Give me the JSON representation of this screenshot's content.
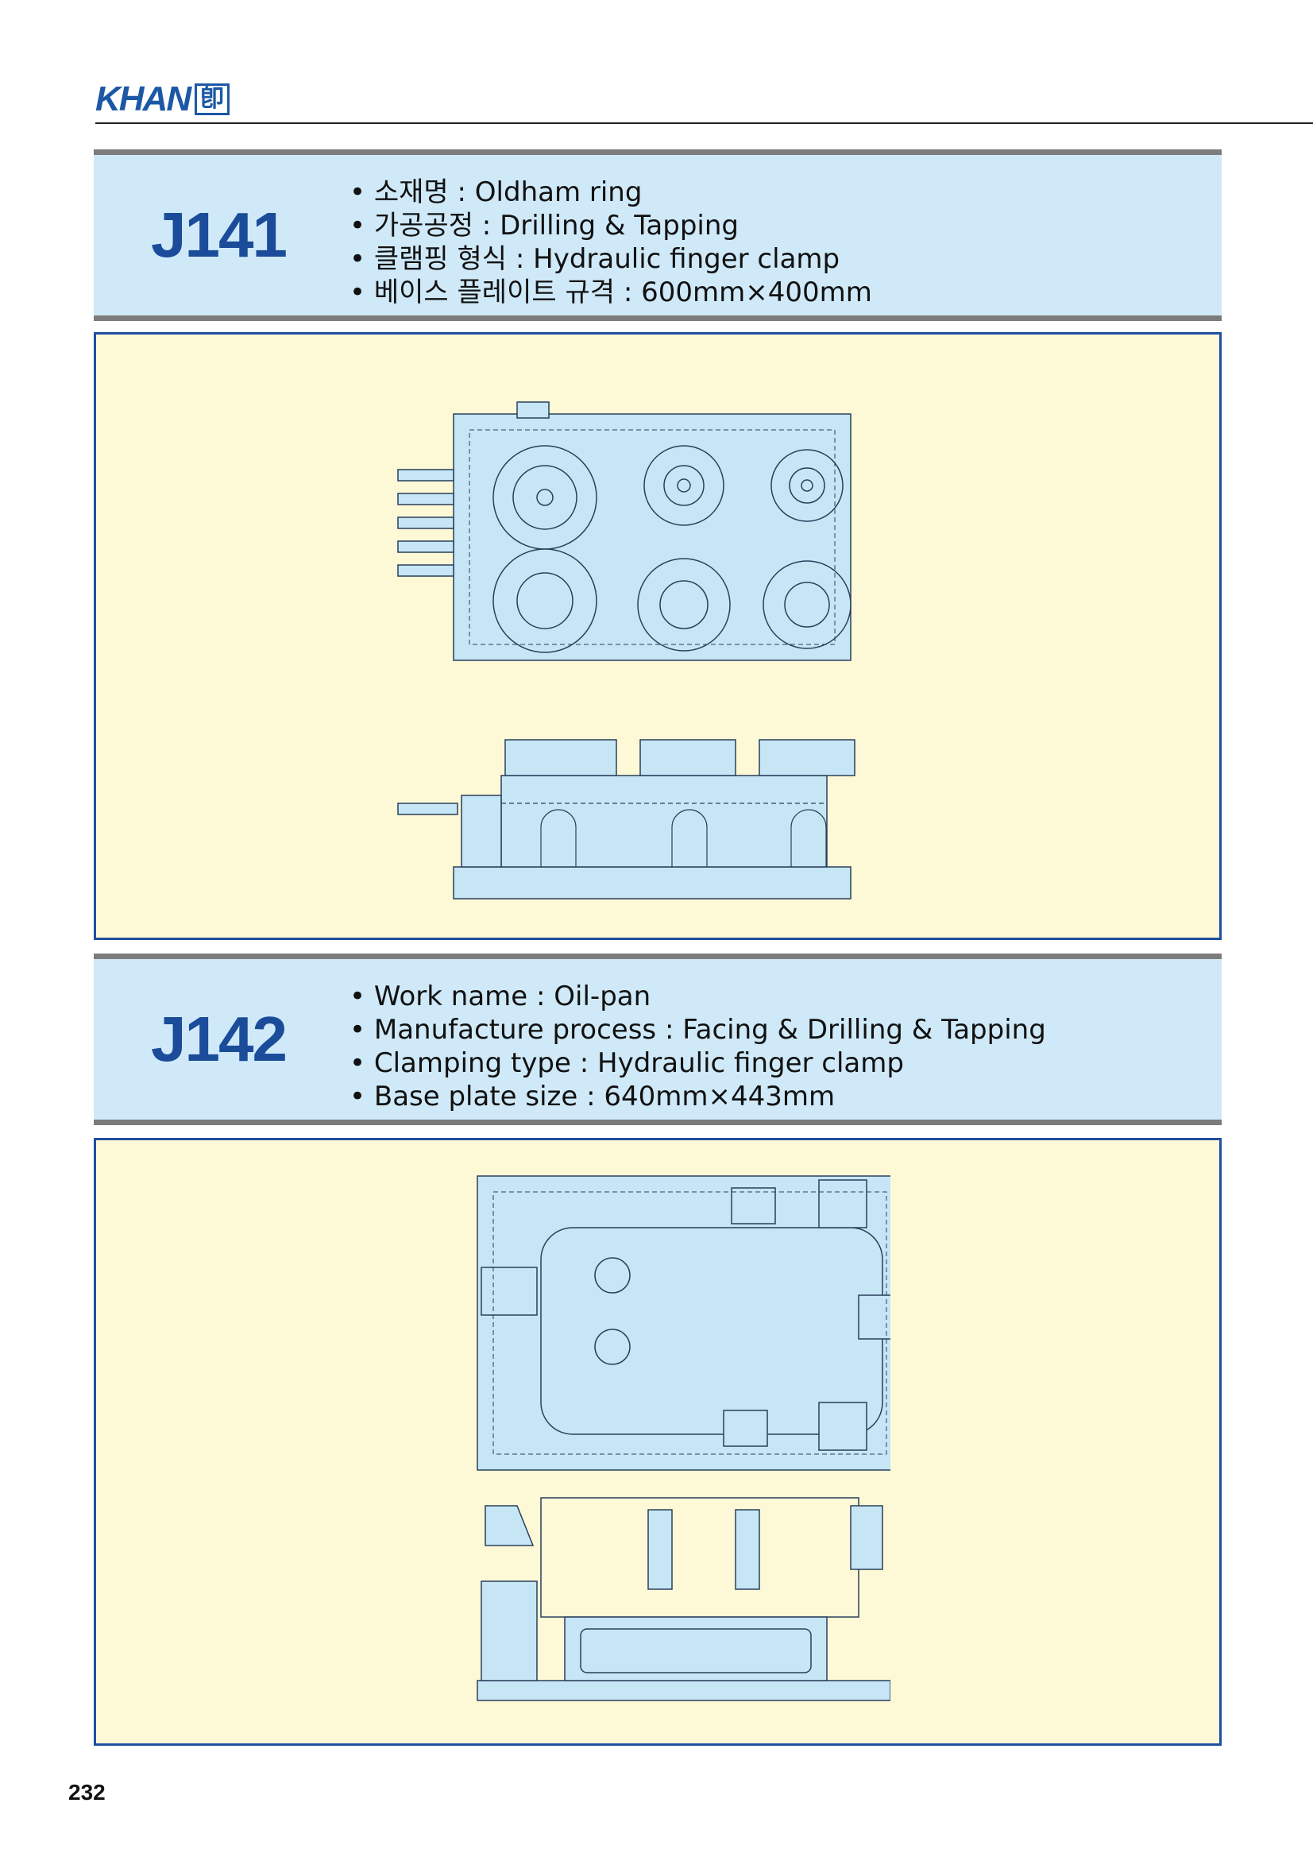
{
  "logo": {
    "text": "KHAN",
    "mark": "卽"
  },
  "page_number": "232",
  "entries": [
    {
      "code": "J141",
      "specs": [
        "소재명 : Oldham ring",
        "가공공정 : Drilling & Tapping",
        "클램핑 형식 : Hydraulic finger clamp",
        "베이스 플레이트 규격 : 600mm×400mm"
      ]
    },
    {
      "code": "J142",
      "specs": [
        "Work name : Oil-pan",
        "Manufacture process : Facing & Drilling & Tapping",
        "Clamping type : Hydraulic finger clamp",
        "Base plate size : 640mm×443mm"
      ]
    }
  ],
  "colors": {
    "brand_blue": "#1c58a6",
    "header_bg": "#cfe9f8",
    "panel_bg": "#fdf9d6",
    "panel_border": "#1f4fa0",
    "drawing_fill": "#c6e6f6",
    "drawing_line": "#2a3f5a"
  }
}
